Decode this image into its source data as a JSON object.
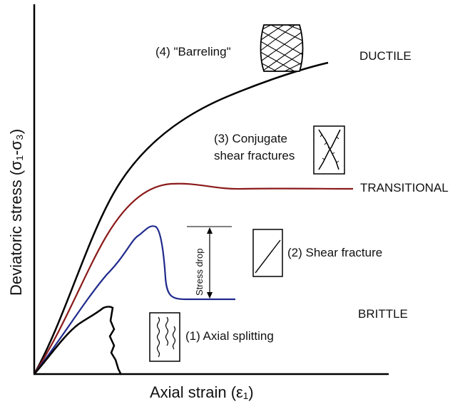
{
  "axes": {
    "x_label": "Axial strain (ε₁)",
    "y_label": "Deviatoric stress (σ₁-σ₃)"
  },
  "regimes": {
    "ductile": "DUCTILE",
    "transitional": "TRANSITIONAL",
    "brittle": "BRITTLE"
  },
  "annotations": {
    "barreling": "(4) \"Barreling\"",
    "conjugate_line1": "(3) Conjugate",
    "conjugate_line2": "shear fractures",
    "shear_fracture": "(2) Shear fracture",
    "axial_splitting": "(1) Axial splitting",
    "stress_drop": "Stress drop"
  },
  "colors": {
    "ductile_curve": "#000000",
    "transitional_curve": "#8b1a1a",
    "shear_curve": "#1f2a8c",
    "splitting_curve": "#000000",
    "axis": "#000000"
  }
}
